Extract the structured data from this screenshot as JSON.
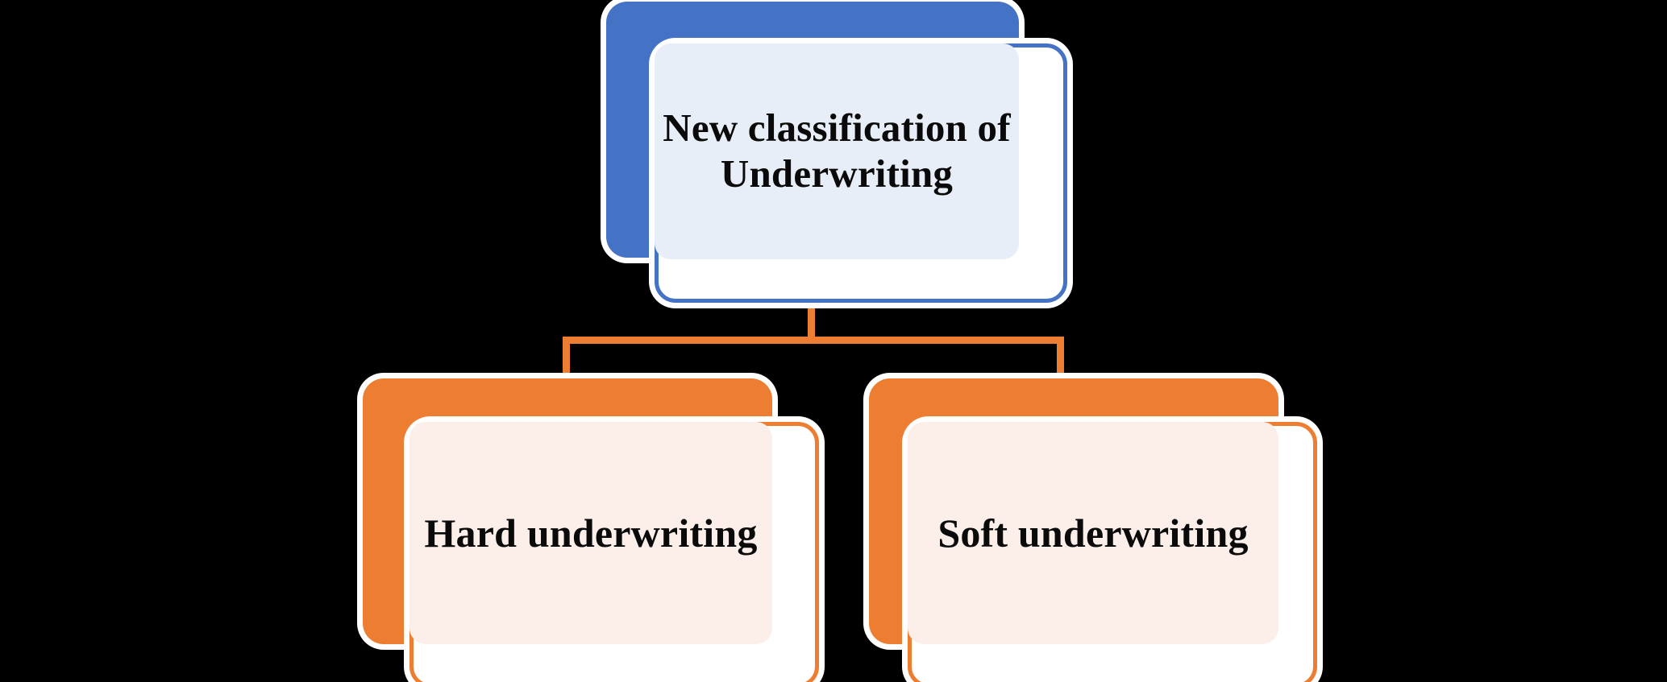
{
  "diagram": {
    "type": "hierarchy",
    "title": "New classification of Underwriting",
    "background_color": "#000000",
    "orientation": "top-down",
    "levels": 2,
    "nodes": [
      {
        "id": "root",
        "label": "New classification of Underwriting",
        "level": 0,
        "accent_color": "#4472C4",
        "panel_color": "#E8EEF7",
        "card_color": "#FFFFFF",
        "text_color": "#0A0A0A"
      },
      {
        "id": "hard",
        "label": "Hard underwriting",
        "level": 1,
        "parent": "root",
        "accent_color": "#ED7D31",
        "panel_color": "#FCEFE9",
        "card_color": "#FFFFFF",
        "text_color": "#0A0A0A"
      },
      {
        "id": "soft",
        "label": "Soft underwriting",
        "level": 1,
        "parent": "root",
        "accent_color": "#ED7D31",
        "panel_color": "#FCEFE9",
        "card_color": "#FFFFFF",
        "text_color": "#0A0A0A"
      }
    ],
    "connectors": {
      "color": "#ED7D31",
      "style": "elbow",
      "edges": [
        {
          "from": "root",
          "to": "hard"
        },
        {
          "from": "root",
          "to": "soft"
        }
      ]
    }
  }
}
